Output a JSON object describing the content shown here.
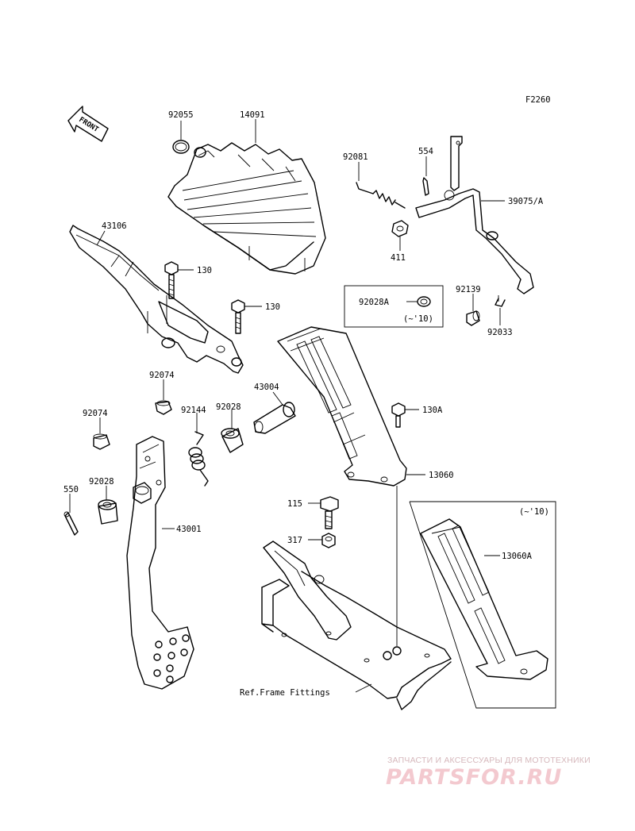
{
  "figure_code": "F2260",
  "front_arrow": "FRONT",
  "callouts": {
    "p92055": "92055",
    "p14091": "14091",
    "p92081": "92081",
    "p554": "554",
    "p39075A": "39075/A",
    "p411": "411",
    "p43106": "43106",
    "p130a": "130",
    "p130b": "130",
    "p92028A": "92028A",
    "note_10a": "(~'10)",
    "p92139": "92139",
    "p92033": "92033",
    "p92074a": "92074",
    "p43004": "43004",
    "p92144": "92144",
    "p92028": "92028",
    "p130A": "130A",
    "p92074b": "92074",
    "p13060": "13060",
    "p550": "550",
    "p92028b": "92028",
    "p43001": "43001",
    "p115": "115",
    "p317": "317",
    "note_10b": "(~'10)",
    "p13060A": "13060A",
    "ref_frame": "Ref.Frame Fittings"
  },
  "watermark": {
    "tagline": "ЗАПЧАСТИ И АКСЕССУАРЫ ДЛЯ МОТОТЕХНИКИ",
    "logo": "PARTSFOR.RU"
  },
  "colors": {
    "line": "#000000",
    "watermark_text": "#d6b8bc",
    "watermark_logo": "#f3c9cf"
  }
}
